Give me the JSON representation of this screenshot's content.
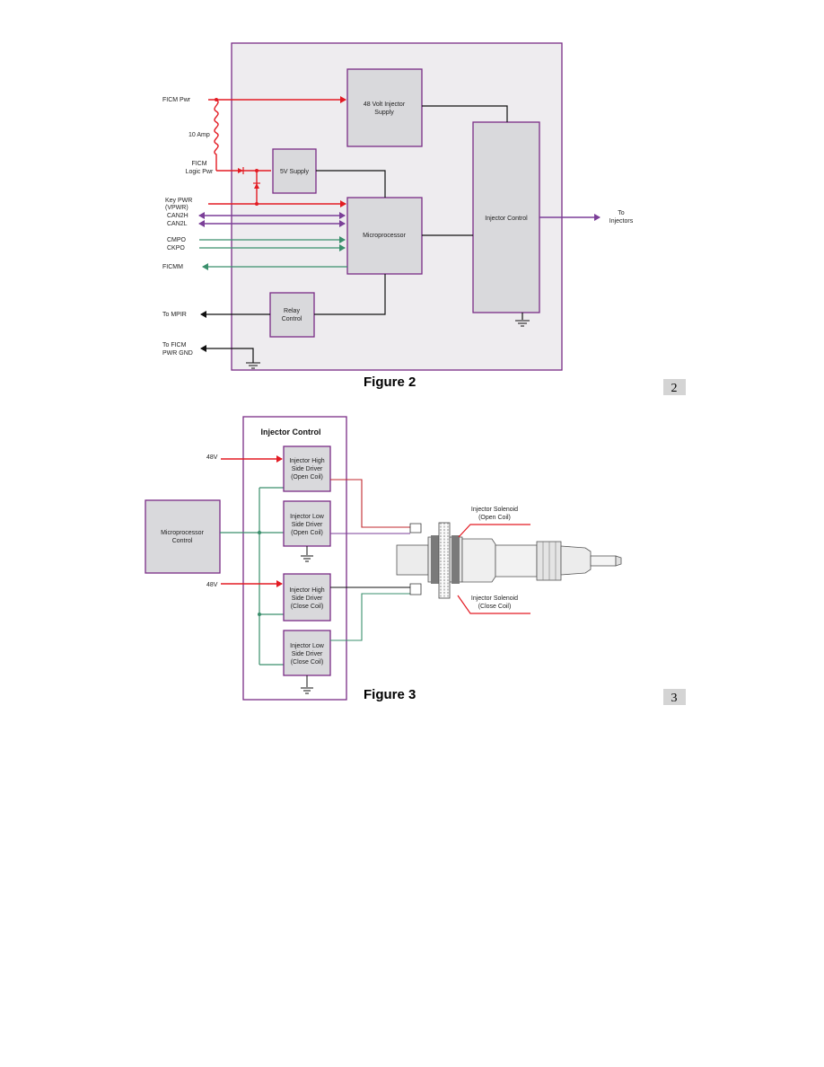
{
  "figure2": {
    "caption": "Figure 2",
    "page_badge": "2",
    "inputs": {
      "ficm_pwr": "FICM Pwr",
      "fuse": "10 Amp",
      "ficm_logic_pwr": [
        "FICM",
        "Logic Pwr"
      ],
      "key_pwr": [
        "Key PWR",
        "(VPWR)"
      ],
      "can2h": "CAN2H",
      "can2l": "CAN2L",
      "cmpo": "CMPO",
      "ckpo": "CKPO",
      "ficmm": "FICMM",
      "to_mpir": "To MPIR",
      "to_ficm_gnd": [
        "To FICM",
        "PWR GND"
      ]
    },
    "blocks": {
      "injector_supply": [
        "48 Volt Injector",
        "Supply"
      ],
      "supply_5v": "5V Supply",
      "microprocessor": "Microprocessor",
      "relay_control": [
        "Relay",
        "Control"
      ],
      "injector_control": "Injector Control"
    },
    "outputs": {
      "to_injectors": [
        "To",
        "Injectors"
      ]
    },
    "colors": {
      "power": "#e31b23",
      "can": "#7b3f98",
      "signal": "#3a8f6c",
      "panel": "#eeecef",
      "border": "#7a2c86"
    }
  },
  "figure3": {
    "caption": "Figure 3",
    "page_badge": "3",
    "title": "Injector Control",
    "supply_top": "48V",
    "supply_bottom": "48V",
    "micro_block": [
      "Microprocessor",
      "Control"
    ],
    "drivers": [
      [
        "Injector High",
        "Side Driver",
        "(Open Coil)"
      ],
      [
        "Injector Low",
        "Side Driver",
        "(Open Coil)"
      ],
      [
        "Injector High",
        "Side Driver",
        "(Close Coil)"
      ],
      [
        "Injector Low",
        "Side Driver",
        "(Close Coil)"
      ]
    ],
    "callout_open": [
      "Injector Solenoid",
      "(Open Coil)"
    ],
    "callout_close": [
      "Injector Solenoid",
      "(Close Coil)"
    ]
  }
}
